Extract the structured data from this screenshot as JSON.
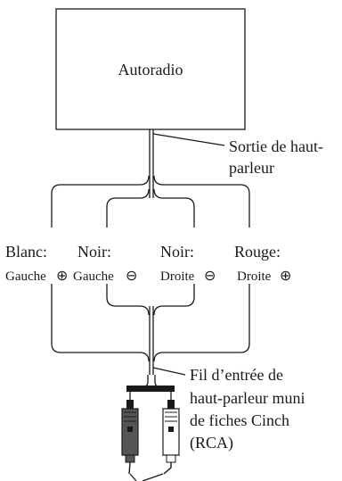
{
  "head_unit": {
    "label": "Autoradio"
  },
  "speaker_output": {
    "line1": "Sortie de haut-",
    "line2": "parleur"
  },
  "wires": [
    {
      "color": "Blanc:",
      "side": "Gauche",
      "polarity": "⊕"
    },
    {
      "color": "Noir:",
      "side": "Gauche",
      "polarity": "⊖"
    },
    {
      "color": "Noir:",
      "side": "Droite",
      "polarity": "⊖"
    },
    {
      "color": "Rouge:",
      "side": "Droite",
      "polarity": "⊕"
    }
  ],
  "input_cable": {
    "line1": "Fil d’entrée de",
    "line2": "haut-parleur muni",
    "line3": "de fiches Cinch",
    "line4": "(RCA)"
  },
  "colors": {
    "line": "#1a1a1a",
    "plug_dark": "#555555",
    "plug_light": "#ffffff"
  }
}
